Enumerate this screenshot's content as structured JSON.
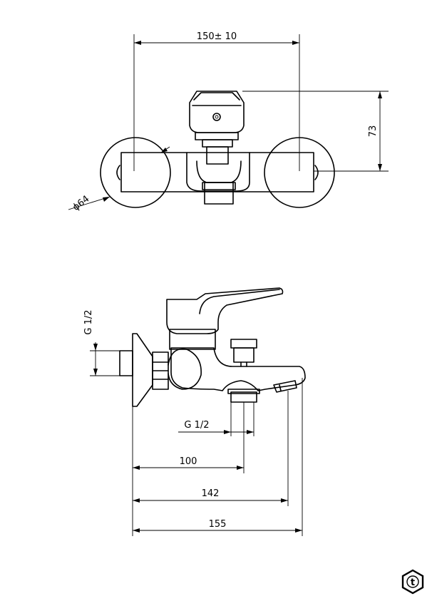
{
  "dimensions": {
    "width_top": "150± 10",
    "height_top": "73",
    "rosette_diameter": "ϕ64",
    "inlet_thread_side": "G 1/2",
    "outlet_thread": "G 1/2",
    "d100": "100",
    "d142": "142",
    "d155": "155"
  },
  "logo": {
    "letter": "t",
    "icon": "brand-logo-icon"
  }
}
